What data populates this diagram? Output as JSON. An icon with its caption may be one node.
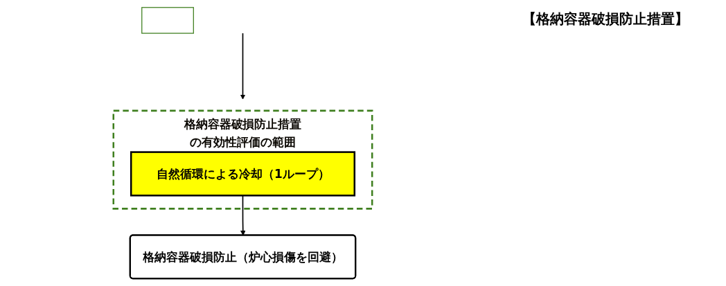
{
  "diagram": {
    "nodes": [
      {
        "text": [
          "格納容器破損防止措置の有効性評価の範囲"
        ]
      },
      {
        "text": [
          "自然循環による冷却（1ループ）"
        ],
        "in": 0
      },
      {
        "text": [],
        "shape": "box"
      },
      {
        "text": [
          "格納容器破損防止（炉心損傷を回避）"
        ]
      }
    ],
    "edges": [
      {
        "from": null,
        "to": 0,
        "arrow": "to"
      },
      {
        "from": 1,
        "to": 3,
        "arrow": "to"
      }
    ],
    "labels": [
      "【格納容器破損防止措置】"
    ]
  }
}
